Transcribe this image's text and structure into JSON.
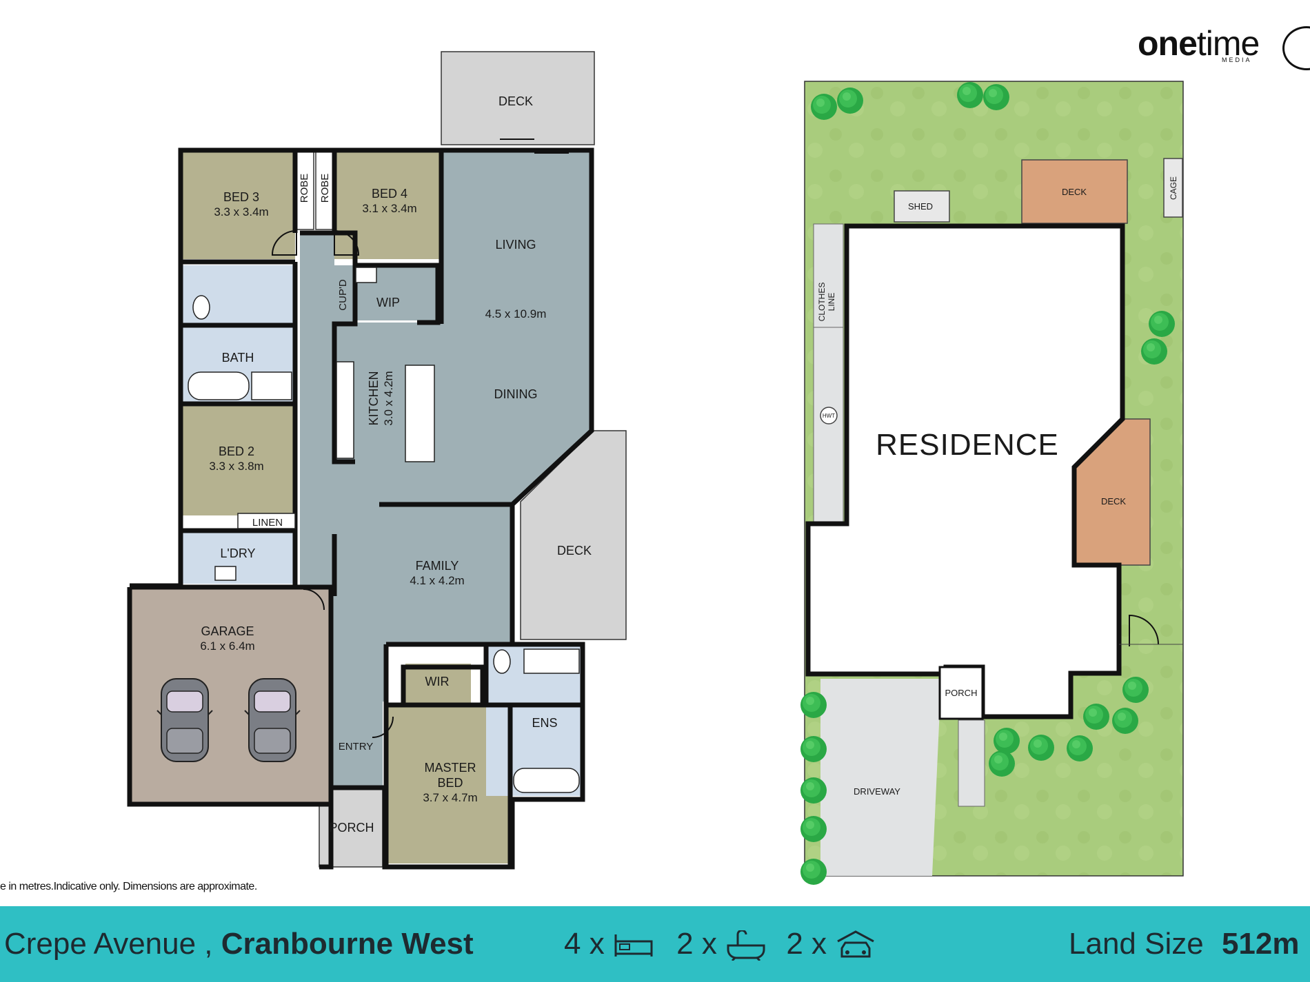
{
  "brand": {
    "name_bold": "one",
    "name_light": "time",
    "sub": "MEDIA"
  },
  "floorplan": {
    "rooms": {
      "deck_top": "DECK",
      "bed3": "BED 3",
      "bed3_dim": "3.3 x 3.4m",
      "robe1": "ROBE",
      "robe2": "ROBE",
      "bed4": "BED 4",
      "bed4_dim": "3.1 x 3.4m",
      "living": "LIVING",
      "living_dim": "4.5 x 10.9m",
      "dining": "DINING",
      "cupd": "CUP'D",
      "wip": "WIP",
      "kitchen": "KITCHEN",
      "kitchen_dim": "3.0 x 4.2m",
      "bath": "BATH",
      "bed2": "BED 2",
      "bed2_dim": "3.3 x 3.8m",
      "linen": "LINEN",
      "ldry": "L'DRY",
      "family": "FAMILY",
      "family_dim": "4.1 x 4.2m",
      "deck_side": "DECK",
      "garage": "GARAGE",
      "garage_dim": "6.1 x 6.4m",
      "wir": "WIR",
      "ens": "ENS",
      "master1": "MASTER",
      "master2": "BED",
      "master_dim": "3.7 x 4.7m",
      "entry": "ENTRY",
      "porch": "PORCH"
    },
    "disclaimer": "e in metres.Indicative only. Dimensions are approximate."
  },
  "siteplan": {
    "residence": "RESIDENCE",
    "shed": "SHED",
    "deck1": "DECK",
    "deck2": "DECK",
    "cage": "CAGE",
    "clothes1": "CLOTHES",
    "clothes2": "LINE",
    "hwt": "HWT",
    "porch": "PORCH",
    "driveway": "DRIVEWAY"
  },
  "footer": {
    "street": "Crepe Avenue ,",
    "suburb": "Cranbourne West",
    "beds": "4 x",
    "baths": "2 x",
    "cars": "2 x",
    "land_label": "Land Size",
    "land_value": "512m"
  },
  "colors": {
    "living_grey": "#9fb0b5",
    "bedroom_olive": "#b5b290",
    "wet_blue": "#cfdcea",
    "garage_taupe": "#b9aca0",
    "deck_grey": "#d4d4d4",
    "deck_wood": "#d9a27c",
    "lawn_green": "#a9cc7d",
    "tree_green": "#2aa845",
    "footer_teal": "#2fbfc4"
  },
  "icons": [
    "bed-icon",
    "bath-icon",
    "car-icon",
    "compass-icon",
    "tree-icon",
    "car-top-icon"
  ]
}
